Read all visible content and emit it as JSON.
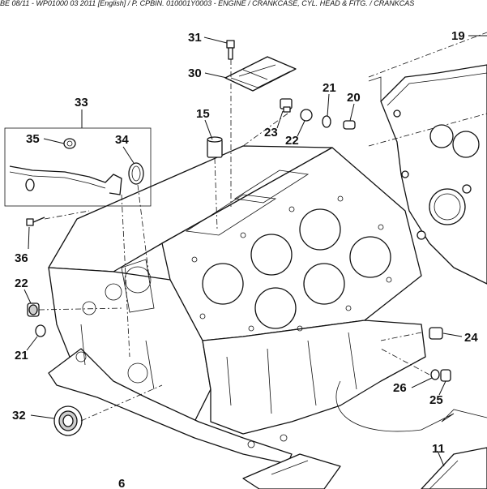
{
  "header": {
    "text": "BE 08/11 - WP01000 03 2011 [English] / P. CPBIN. 010001Y0003 - ENGINE / CRANKCASE, CYL. HEAD & FITG. / CRANKCAS"
  },
  "callouts": {
    "c31": "31",
    "c30": "30",
    "c19": "19",
    "c33": "33",
    "c21a": "21",
    "c20": "20",
    "c15": "15",
    "c23": "23",
    "c22a": "22",
    "c35": "35",
    "c34": "34",
    "c36": "36",
    "c22b": "22",
    "c21b": "21",
    "c24": "24",
    "c26": "26",
    "c25": "25",
    "c32": "32",
    "c11": "11",
    "c6": "6"
  }
}
